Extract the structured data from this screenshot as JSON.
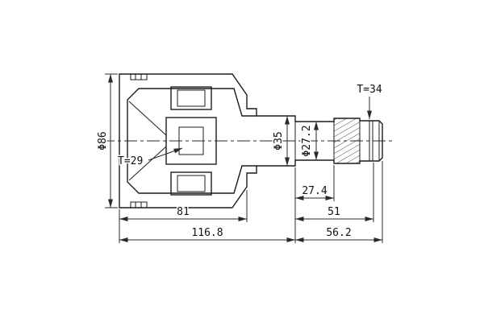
{
  "drawing": {
    "type": "technical-section-drawing",
    "subject": "CV joint housing cross-section with splined drive shaft",
    "labels": {
      "housing_outer_diameter": "Φ86",
      "inner_race_spline": "T=29",
      "shaft_diameter": "Φ35",
      "groove_diameter": "Φ27.2",
      "shaft_spline": "T=34",
      "groove_width": "27.4",
      "housing_length": "81",
      "spline_section_length": "51",
      "housing_overall_length": "116.8",
      "shaft_section_length": "56.2"
    },
    "colors": {
      "line": "#1c1c1c",
      "dim_line": "#2a2a2a",
      "bore_fill": "#c4c4c4",
      "background": "#ffffff"
    }
  }
}
